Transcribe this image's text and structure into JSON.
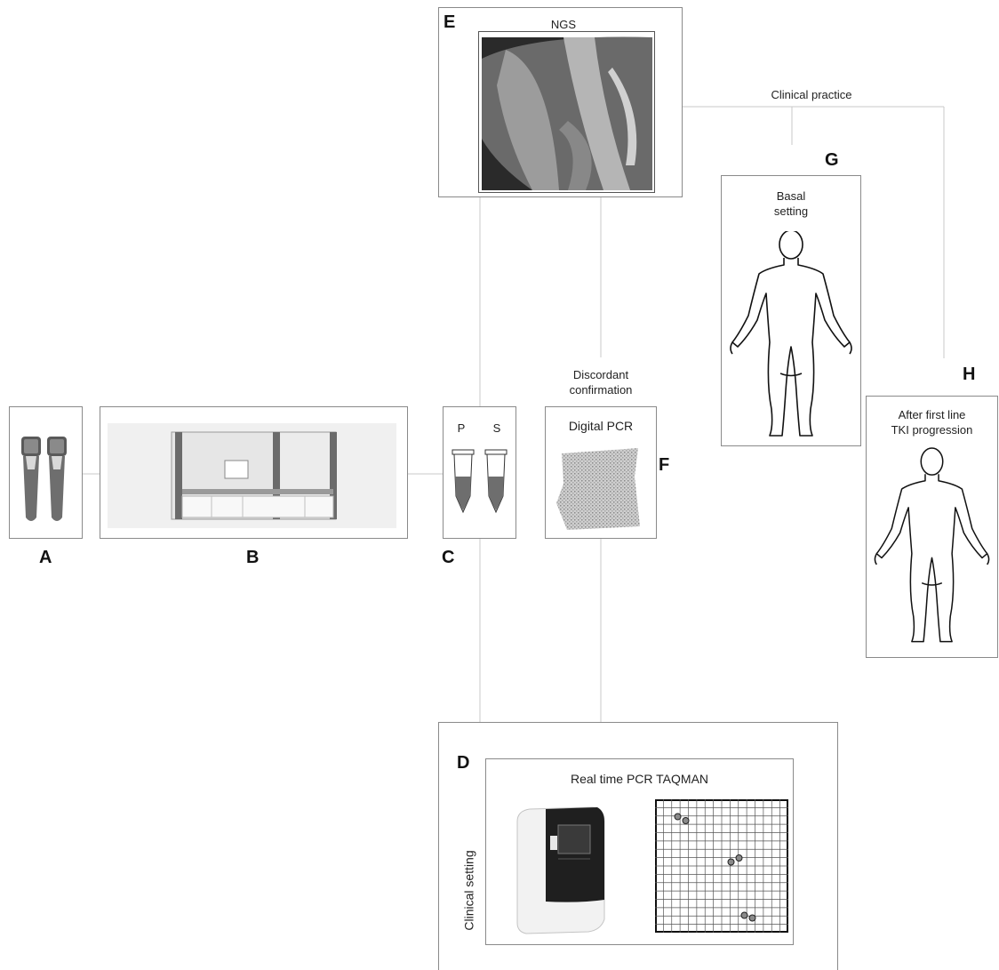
{
  "panels": {
    "a": {
      "letter": "A"
    },
    "b": {
      "letter": "B"
    },
    "c": {
      "letter": "C",
      "tube_p": "P",
      "tube_s": "S"
    },
    "d": {
      "letter": "D",
      "title": "Real time PCR TAQMAN",
      "side_label": "Clinical setting"
    },
    "e": {
      "letter": "E",
      "title": "NGS"
    },
    "f": {
      "letter": "F",
      "title": "Digital PCR",
      "caption_line1": "Discordant",
      "caption_line2": "confirmation"
    },
    "g": {
      "letter": "G",
      "title_line1": "Basal",
      "title_line2": "setting"
    },
    "h": {
      "letter": "H",
      "title_line1": "After first line",
      "title_line2": "TKI progression"
    }
  },
  "clinical_practice_label": "Clinical practice",
  "colors": {
    "line": "#c8c8c8",
    "border": "#8a8a8a",
    "tube": "#6e6e6e"
  }
}
